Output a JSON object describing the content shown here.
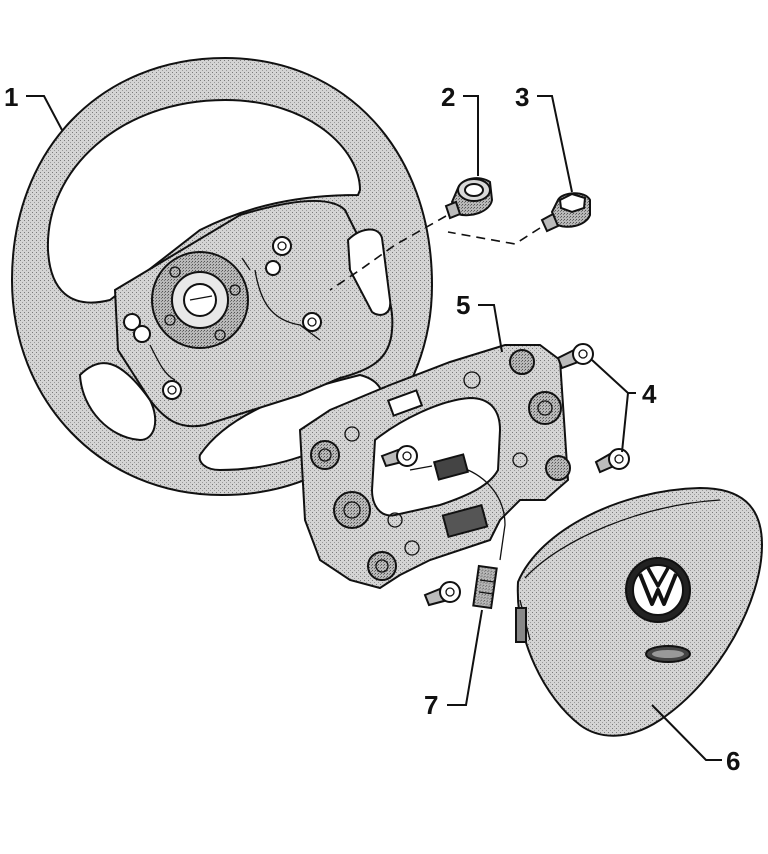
{
  "callouts": {
    "c1": "1",
    "c2": "2",
    "c3": "3",
    "c4": "4",
    "c5": "5",
    "c6": "6",
    "c7": "7"
  },
  "colors": {
    "stroke": "#111111",
    "shade": "#c9c9c9",
    "shade_light": "#dedede",
    "background": "#ffffff"
  }
}
